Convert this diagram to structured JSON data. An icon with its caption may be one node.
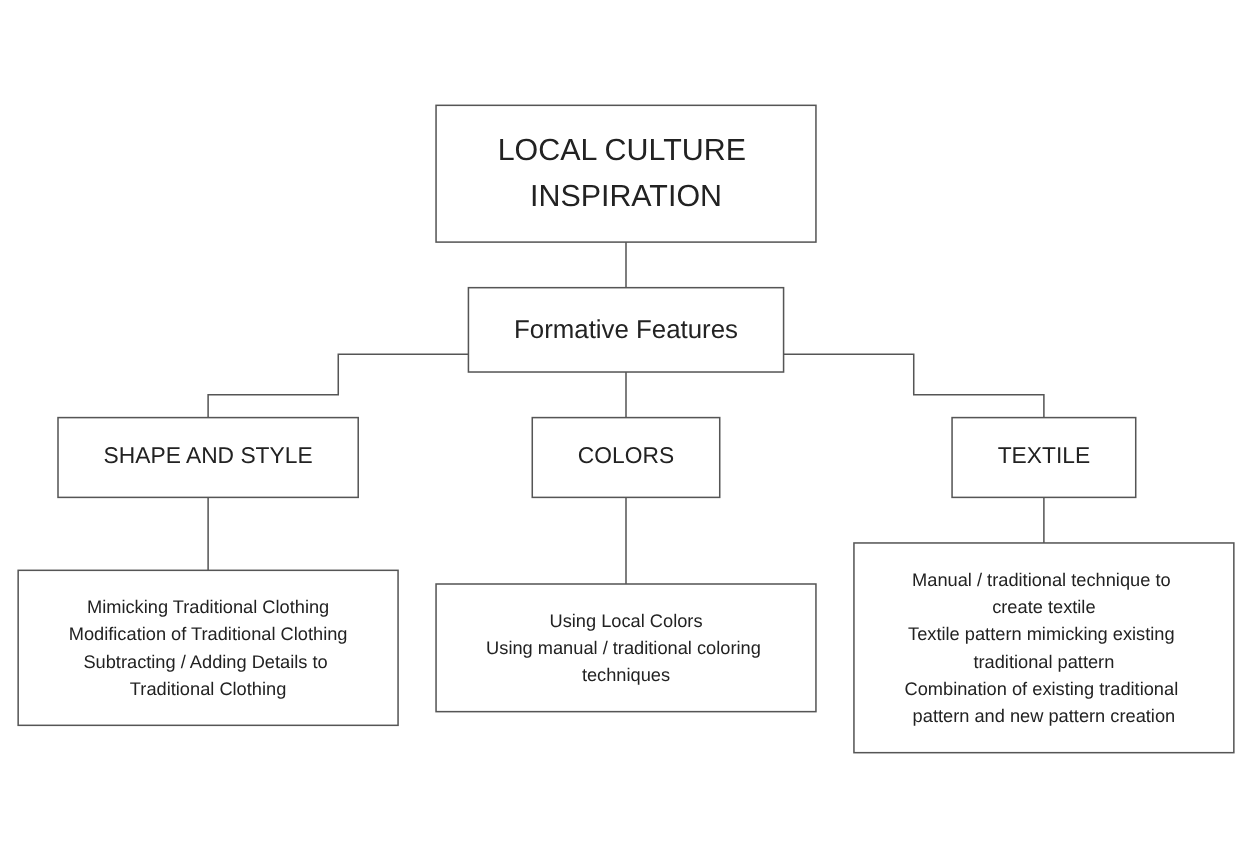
{
  "diagram": {
    "nodes": [
      {
        "text": [
          "LOCAL CULTURE INSPIRATION"
        ]
      },
      {
        "text": [
          "Formative Features"
        ]
      },
      {
        "text": [
          "SHAPE AND STYLE"
        ]
      },
      {
        "text": [
          "COLORS"
        ]
      },
      {
        "text": [
          "TEXTILE"
        ]
      },
      {
        "text": [
          "Mimicking Traditional Clothing",
          "Modification of Traditional Clothing",
          "Subtracting / Adding Details to Traditional Clothing"
        ]
      },
      {
        "text": [
          "Using Local Colors",
          "Using manual / traditional coloring techniques"
        ]
      },
      {
        "text": [
          "Manual / traditional technique to create textile",
          "Textile pattern mimicking existing traditional pattern",
          "Combination of existing traditional pattern and new pattern creation"
        ]
      }
    ],
    "edges": [
      {
        "from": 0,
        "to": 1,
        "arrow": "none"
      },
      {
        "from": 1,
        "to": 2,
        "arrow": "none"
      },
      {
        "from": 1,
        "to": 3,
        "arrow": "none"
      },
      {
        "from": 1,
        "to": 4,
        "arrow": "none"
      },
      {
        "from": 2,
        "to": 5,
        "arrow": "none"
      },
      {
        "from": 3,
        "to": 6,
        "arrow": "none"
      },
      {
        "from": 4,
        "to": 7,
        "arrow": "none"
      }
    ]
  }
}
